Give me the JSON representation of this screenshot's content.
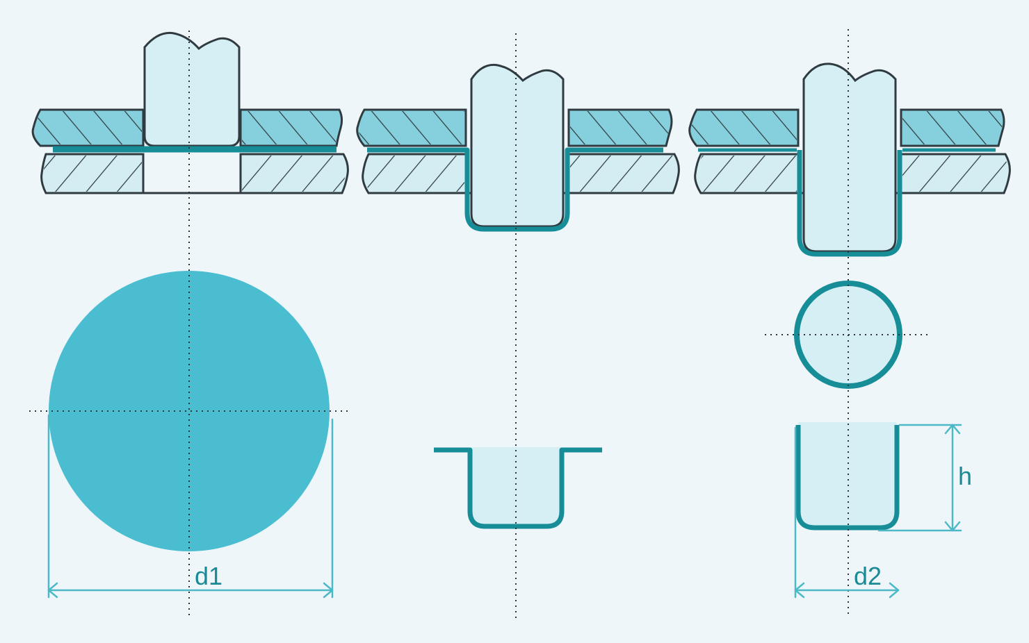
{
  "colors": {
    "background": "#eef6fa",
    "sheet_metal": "#168d97",
    "blank_disc": "#4bbdd0",
    "upper_die": "#86cfdc",
    "lower_die": "#d3edf3",
    "punch": "#d6eff4",
    "dimension": "#4cb9c7",
    "outline": "#2f3b40"
  },
  "labels": {
    "blank_diameter": "d1",
    "cup_diameter": "d2",
    "cup_height": "h"
  }
}
